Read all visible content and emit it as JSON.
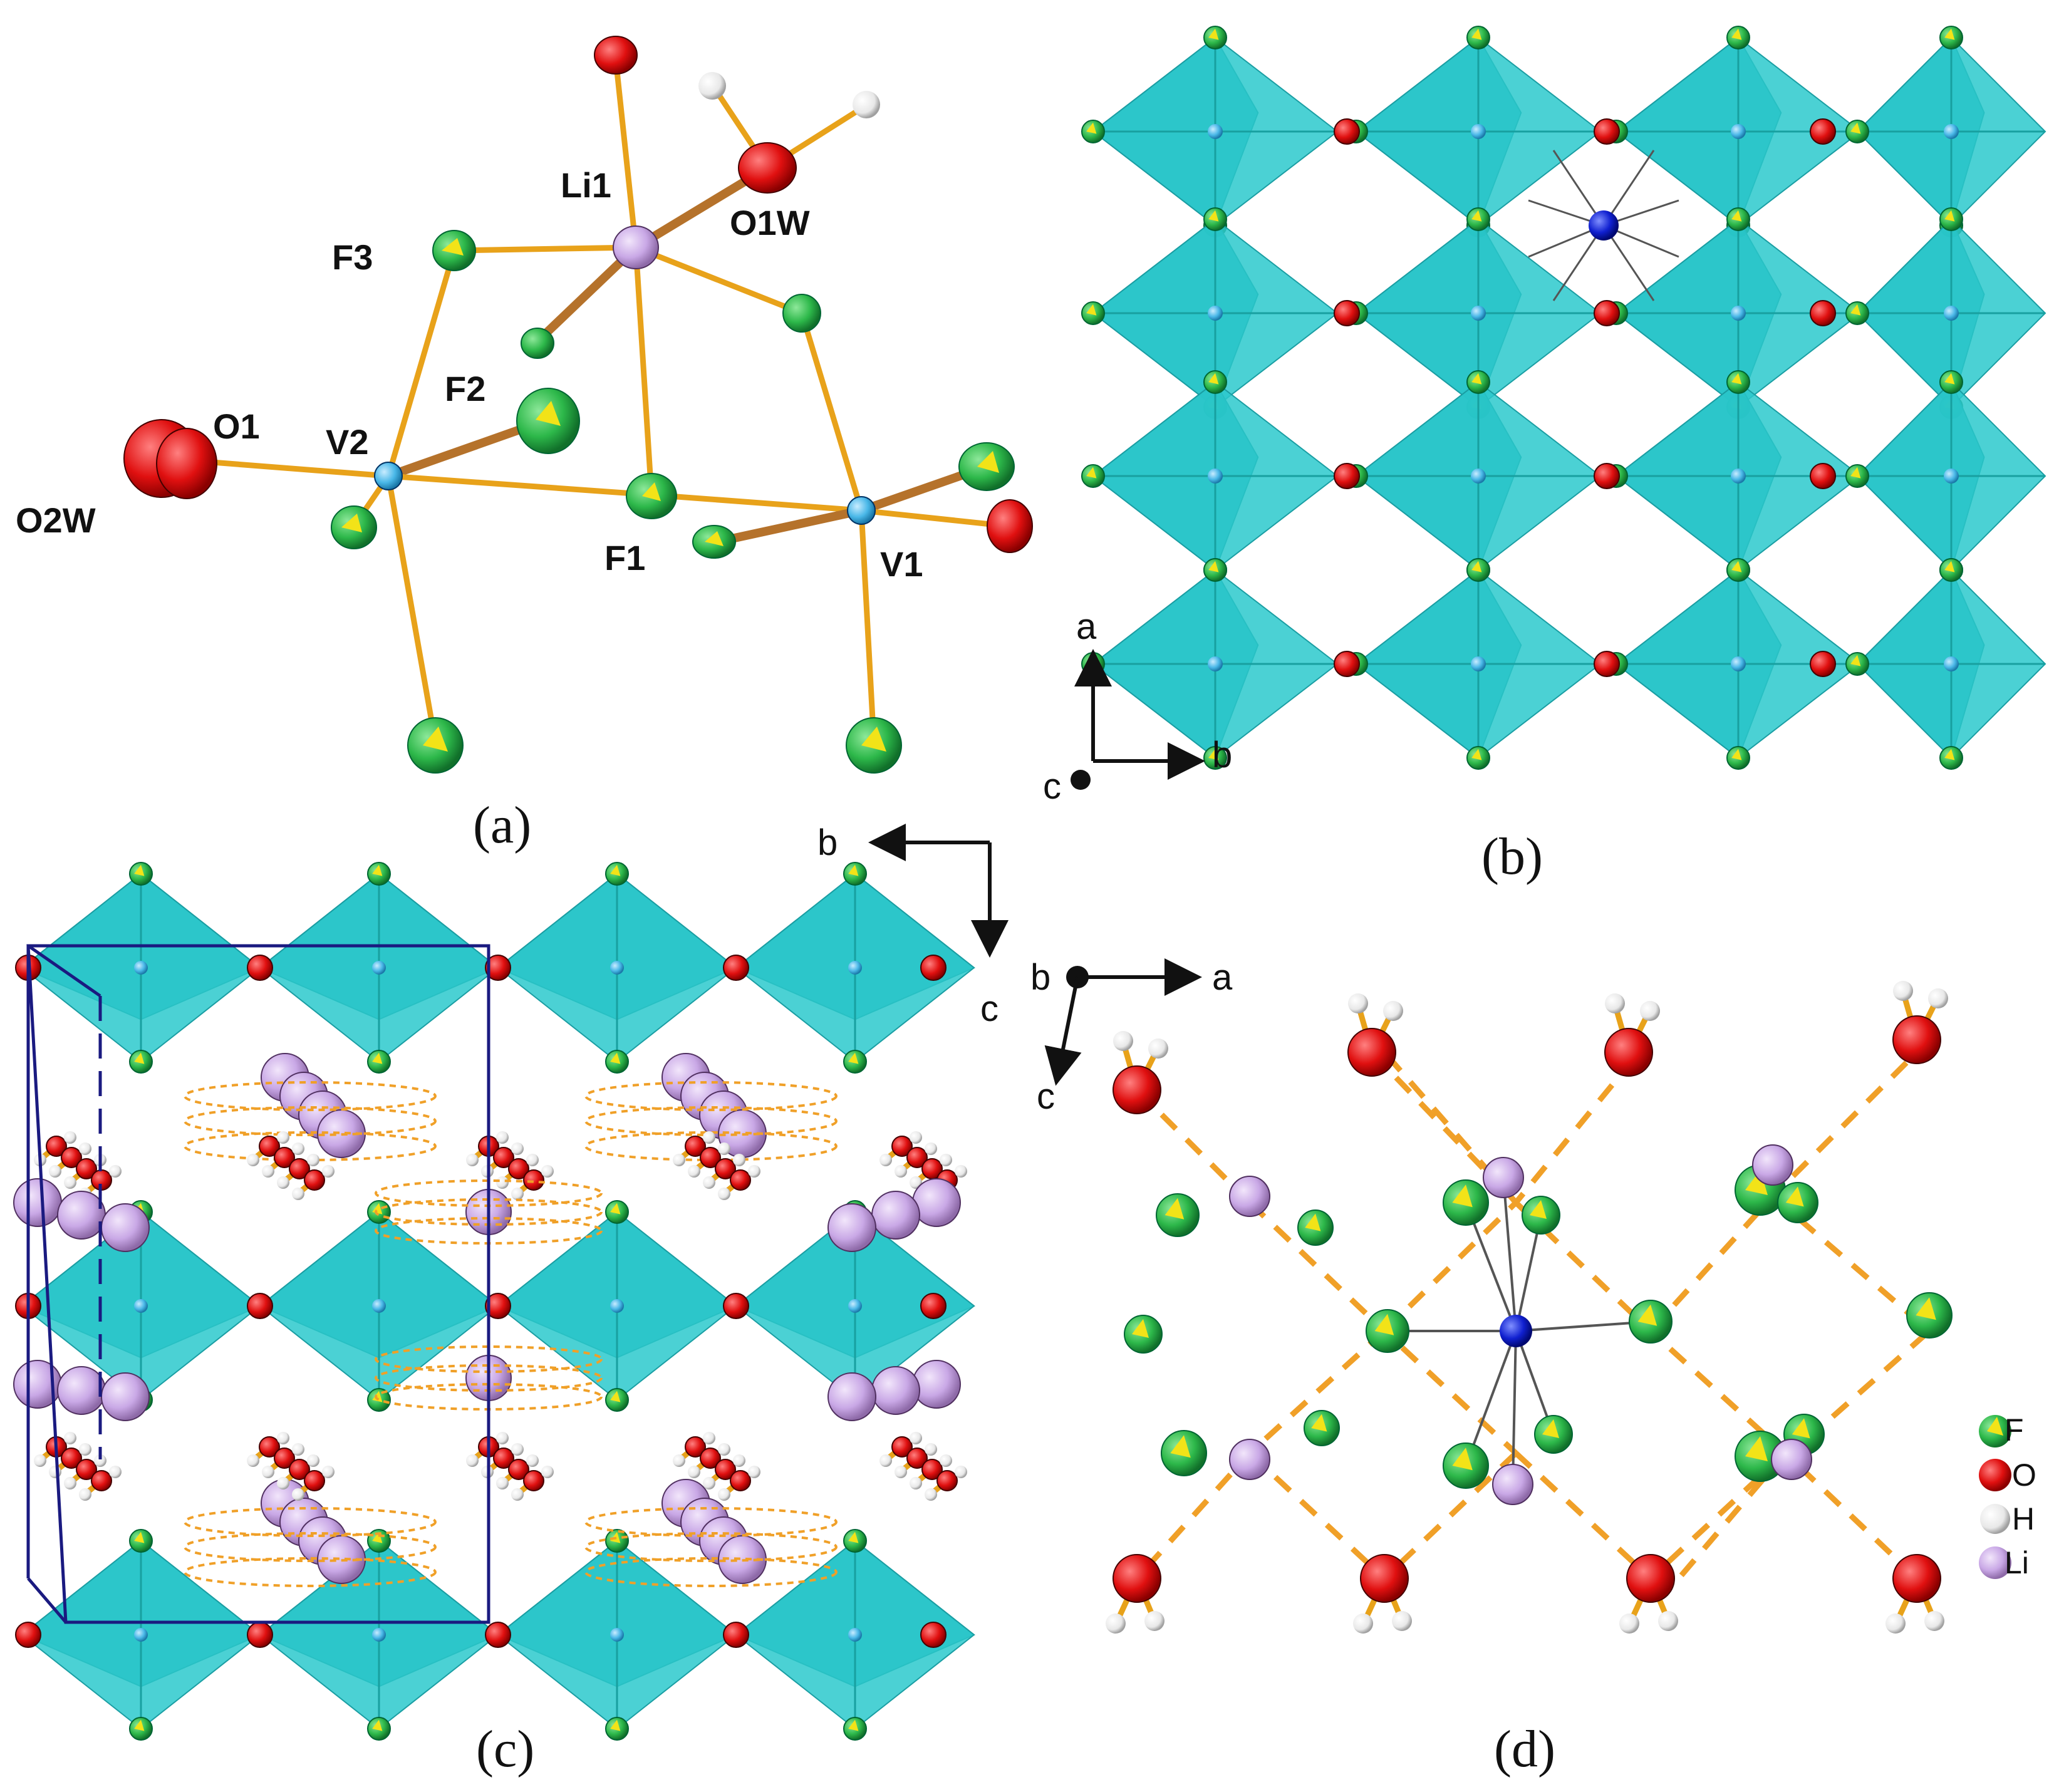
{
  "panels": {
    "a": {
      "label": "(a)",
      "atom_labels": [
        "Li1",
        "O1W",
        "F3",
        "F2",
        "O1",
        "V2",
        "O2W",
        "F1",
        "V1"
      ]
    },
    "b": {
      "label": "(b)",
      "axes": {
        "up": "a",
        "right": "b",
        "out": "c"
      }
    },
    "c": {
      "label": "(c)",
      "axes": {
        "left": "b",
        "down": "c"
      }
    },
    "d": {
      "label": "(d)",
      "axes": {
        "center": "b",
        "right": "a",
        "down": "c"
      },
      "legend": [
        {
          "symbol": "F",
          "color": "#2db84a"
        },
        {
          "symbol": "O",
          "color": "#e01010"
        },
        {
          "symbol": "H",
          "color": "#f0f0f0"
        },
        {
          "symbol": "Li",
          "color": "#c9a8e6"
        }
      ]
    }
  },
  "colors": {
    "polyhedron": "#2cc9cc",
    "fluorine": "#2db84a",
    "oxygen": "#e01010",
    "hydrogen": "#f0f0f0",
    "lithium": "#c9a8e6",
    "vanadium": "#4ab8e8",
    "central_atom": "#1020d0",
    "bond": "#e8a21a",
    "hbond": "#f0a028"
  }
}
